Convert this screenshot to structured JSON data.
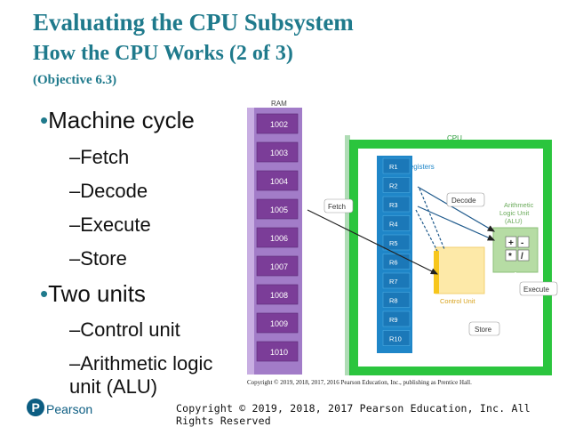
{
  "slide": {
    "title_line1": "Evaluating the CPU Subsystem",
    "title_line2": "How the CPU Works (2 of 3)",
    "objective": "(Objective 6.3)",
    "bullets": [
      {
        "text": "Machine cycle",
        "subitems": [
          "–Fetch",
          "–Decode",
          "–Execute",
          "–Store"
        ]
      },
      {
        "text": "Two units",
        "subitems": [
          "–Control unit",
          "–Arithmetic logic",
          "unit (ALU)"
        ]
      }
    ]
  },
  "diagram": {
    "ram_label": "RAM",
    "ram_cells": [
      "1002",
      "1003",
      "1004",
      "1005",
      "1006",
      "1007",
      "1008",
      "1009",
      "1010"
    ],
    "cpu_label": "CPU",
    "registers_label": "Registers",
    "registers": [
      "R1",
      "R2",
      "R3",
      "R4",
      "R5",
      "R6",
      "R7",
      "R8",
      "R9",
      "R10"
    ],
    "alu_label_lines": [
      "Arithmetic",
      "Logic Unit",
      "(ALU)"
    ],
    "alu_keys": [
      "+",
      "-",
      "*",
      "/"
    ],
    "control_unit_label": "Control Unit",
    "fetch_label": "Fetch",
    "decode_label": "Decode",
    "execute_label": "Execute",
    "store_label": "Store",
    "colors": {
      "ram": "#9b6fc0",
      "ram_cell": "#7e3f9a",
      "cpu_border": "#27c03a",
      "register": "#1f86c8",
      "control_unit": "#fde9a8",
      "alu": "#b6dca4"
    }
  },
  "credit": "Copyright © 2019, 2018, 2017, 2016 Pearson Education, Inc., publishing as Prentice Hall.",
  "footer": {
    "logo_text": "Pearson",
    "copyright": "Copyright © 2019, 2018, 2017 Pearson Education, Inc. All Rights Reserved"
  }
}
